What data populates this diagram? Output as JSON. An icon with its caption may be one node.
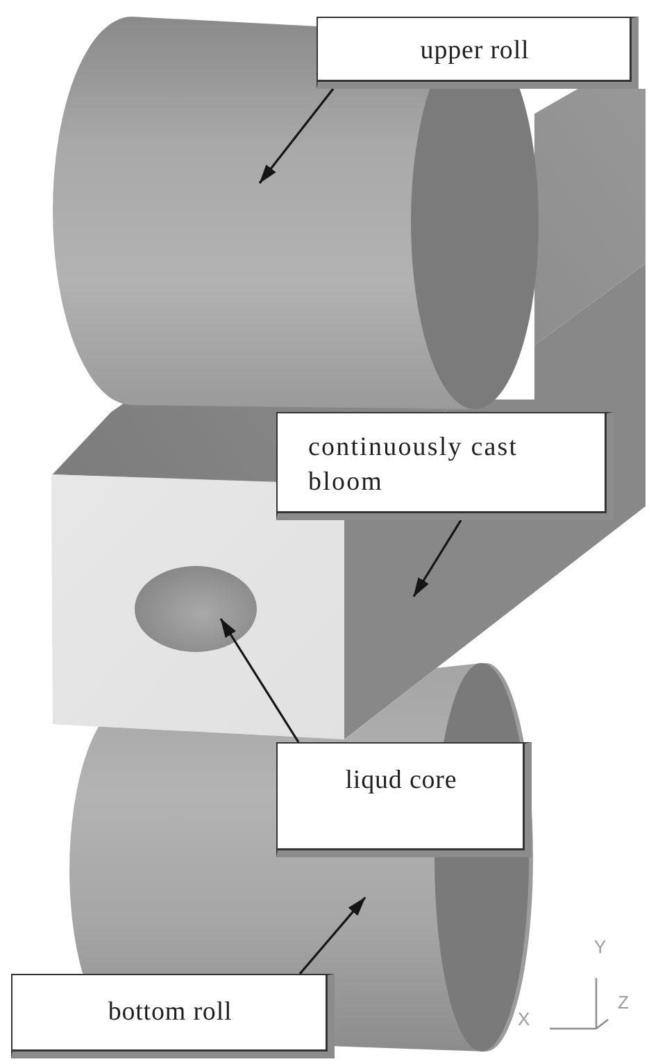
{
  "diagram": {
    "nodes": [
      {
        "text": [
          "upper roll"
        ]
      },
      {
        "text": [],
        "shape": "cylinder"
      },
      {
        "text": [
          "continuously cast bloom"
        ]
      },
      {
        "text": [],
        "shape": "box"
      },
      {
        "text": [],
        "shape": "ellipse"
      },
      {
        "text": [
          "liqud core"
        ]
      },
      {
        "text": [],
        "shape": "cylinder"
      },
      {
        "text": [
          "bottom roll"
        ]
      }
    ],
    "edges": [
      {
        "from": 0,
        "to": 1,
        "arrow": "to"
      },
      {
        "from": 2,
        "to": 3,
        "arrow": "to"
      },
      {
        "from": 5,
        "to": 4,
        "arrow": "to"
      },
      {
        "from": 7,
        "to": 6,
        "arrow": "to"
      }
    ],
    "labels": [
      "Y",
      "X",
      "Z"
    ]
  }
}
